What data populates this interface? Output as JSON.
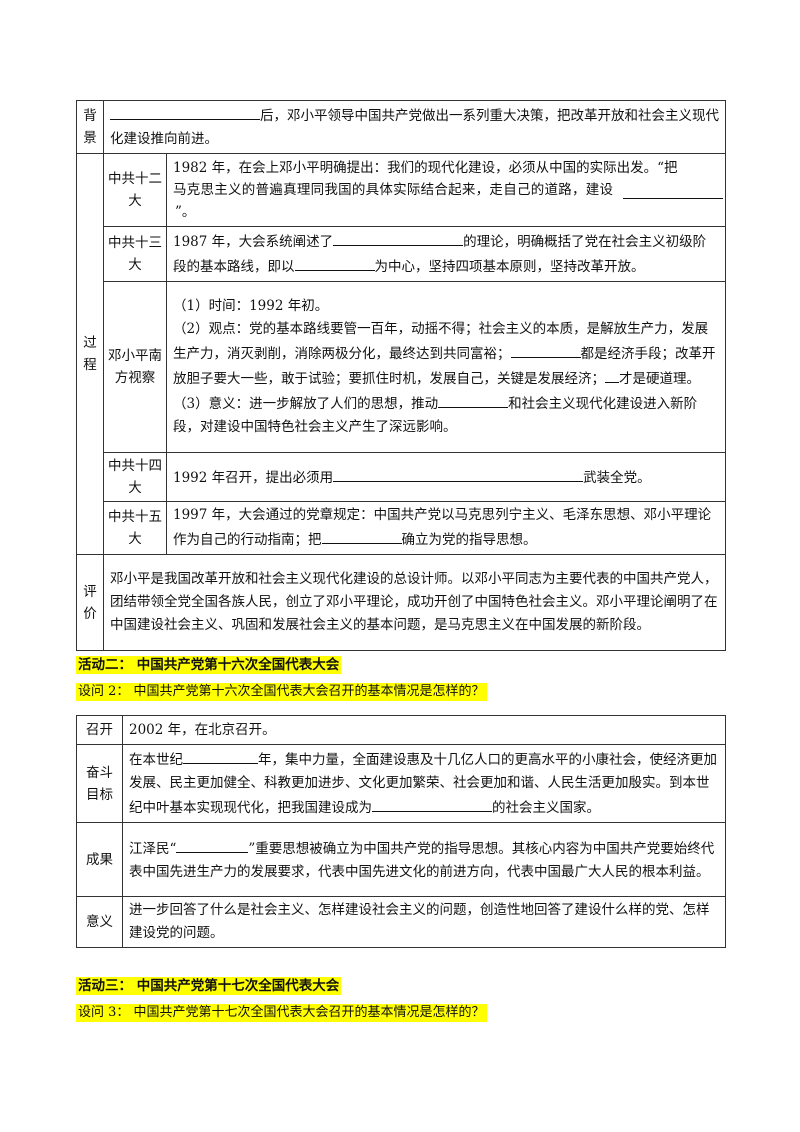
{
  "table1": {
    "bg_label": "背景",
    "bg_text": "后，邓小平领导中国共产党做出一系列重大决策，把改革开放和社会主义现代化建设推向前进。",
    "process_label": "过程",
    "eval_label": "评价",
    "rows": [
      {
        "label": "中共十二大",
        "line1": "1982 年，在会上邓小平明确提出：我们的现代化建设，必须从中国的实际出发。“把",
        "line2": "马克思主义的普遍真理同我国的具体实际结合起来，走自己的道路，建设",
        "line3": "”。"
      },
      {
        "label": "中共十三大",
        "text_a": "1987 年，大会系统阐述了",
        "text_b": "的理论，明确概括了党在社会主义初级阶段的基本路线，即以",
        "text_c": "为中心，坚持四项基本原则，坚持改革开放。"
      },
      {
        "label": "邓小平南方视察",
        "p1": "（1）时间：1992 年初。",
        "p2_a": "（2）观点：党的基本路线要管一百年，动摇不得；社会主义的本质，是解放生产力，发展生产力，消灭剥削，消除两极分化，最终达到共同富裕；",
        "p2_b": "都是经济手段；改革开放胆子要大一些，敢于试验；要抓住时机，发展自己，关键是发展经济；",
        "p2_c": "才是硬道理。",
        "p3_a": "（3）意义：进一步解放了人们的思想，推动",
        "p3_b": "和社会主义现代化建设进入新阶段，对建设中国特色社会主义产生了深远影响。"
      },
      {
        "label": "中共十四大",
        "text_a": "1992 年召开，提出必须用",
        "text_b": "武装全党。"
      },
      {
        "label": "中共十五大",
        "text_a": "1997 年，大会通过的党章规定：中国共产党以马克思列宁主义、毛泽东思想、邓小平理论作为自己的行动指南；把",
        "text_b": "确立为党的指导思想。"
      }
    ],
    "eval_text": "邓小平是我国改革开放和社会主义现代化建设的总设计师。以邓小平同志为主要代表的中国共产党人，团结带领全党全国各族人民，创立了邓小平理论，成功开创了中国特色社会主义。邓小平理论阐明了在中国建设社会主义、巩固和发展社会主义的基本问题，是马克思主义在中国发展的新阶段。"
  },
  "activity2": {
    "title": "活动二：  中国共产党第十六次全国代表大会",
    "question": "设问 2：  中国共产党第十六次全国代表大会召开的基本情况是怎样的？"
  },
  "table2": {
    "rows": [
      {
        "label": "召开",
        "text": "2002 年，在北京召开。"
      },
      {
        "label": "奋斗目标",
        "text_a": "在本世纪",
        "text_b": "年，集中力量，全面建设惠及十几亿人口的更高水平的小康社会，使经济更加发展、民主更加健全、科教更加进步、文化更加繁荣、社会更加和谐、人民生活更加殷实。到本世纪中叶基本实现现代化，把我国建设成为",
        "text_c": "的社会主义国家。"
      },
      {
        "label": "成果",
        "text_a": "江泽民“",
        "text_b": "”重要思想被确立为中国共产党的指导思想。其核心内容为中国共产党要始终代表中国先进生产力的发展要求，代表中国先进文化的前进方向，代表中国最广大人民的根本利益。"
      },
      {
        "label": "意义",
        "text": "进一步回答了什么是社会主义、怎样建设社会主义的问题，创造性地回答了建设什么样的党、怎样建设党的问题。"
      }
    ]
  },
  "activity3": {
    "title": "活动三：  中国共产党第十七次全国代表大会",
    "question": "设问 3：  中国共产党第十七次全国代表大会召开的基本情况是怎样的？"
  }
}
